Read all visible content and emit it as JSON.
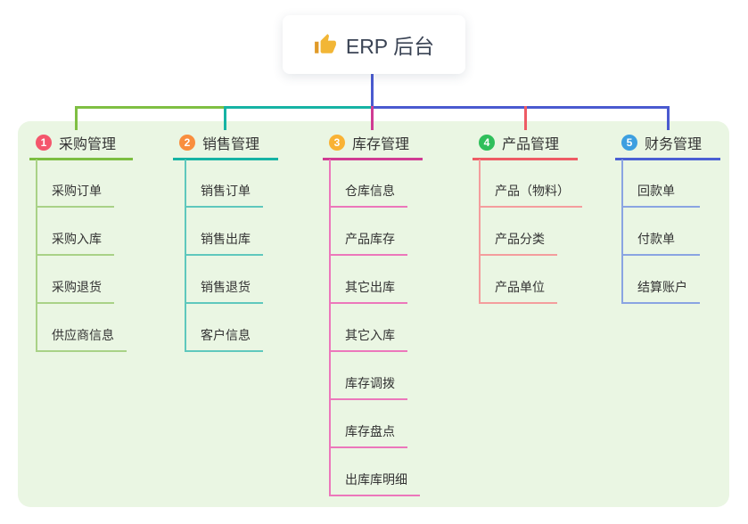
{
  "root": {
    "title": "ERP 后台",
    "icon": "thumbs-up-icon"
  },
  "branches": [
    {
      "index": "1",
      "title": "采购管理",
      "badge_color": "#f4566c",
      "line_color": "#7cbe41",
      "child_line_color": "#a9d287",
      "children": [
        "采购订单",
        "采购入库",
        "采购退货",
        "供应商信息"
      ]
    },
    {
      "index": "2",
      "title": "销售管理",
      "badge_color": "#f98e3e",
      "line_color": "#16b3a4",
      "child_line_color": "#5fc8bd",
      "children": [
        "销售订单",
        "销售出库",
        "销售退货",
        "客户信息"
      ]
    },
    {
      "index": "3",
      "title": "库存管理",
      "badge_color": "#f9b234",
      "line_color": "#d03b93",
      "child_line_color": "#ec77bb",
      "children": [
        "仓库信息",
        "产品库存",
        "其它出库",
        "其它入库",
        "库存调拨",
        "库存盘点",
        "出库库明细"
      ]
    },
    {
      "index": "4",
      "title": "产品管理",
      "badge_color": "#2fbf5b",
      "line_color": "#ee5b64",
      "child_line_color": "#f49d9d",
      "children": [
        "产品（物料）",
        "产品分类",
        "产品单位"
      ]
    },
    {
      "index": "5",
      "title": "财务管理",
      "badge_color": "#3d9fe0",
      "line_color": "#4a5fd3",
      "child_line_color": "#8aa4e2",
      "children": [
        "回款单",
        "付款单",
        "结算账户"
      ]
    }
  ],
  "colors": {
    "panel_background": "#eaf6e3",
    "root_stem_blue": "#4a5ad0",
    "bus_green": "#7fbf43",
    "bus_teal": "#16b3a4",
    "bus_blue": "#4a5ad0",
    "root_text": "#3a4354",
    "node_text": "#333333",
    "thumb_yellow": "#f2b636"
  }
}
